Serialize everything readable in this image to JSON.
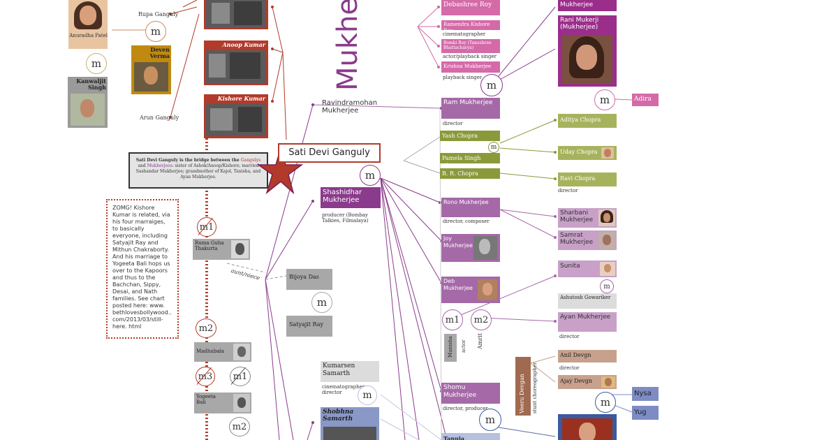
{
  "title_fragment": "Mukher",
  "ganguly": {
    "rupa": "Rupa Ganguly",
    "arun": "Arun Ganguly",
    "anoop": "Anoop Kumar",
    "kishore": "Kishore Kumar",
    "anuradha": "Anuradha Patel",
    "deven": "Deven Verma",
    "kanwaljit": "Kanwaljit Singh"
  },
  "sati": {
    "name": "Sati Devi Ganguly",
    "note_start": "Sati Devi Ganguly is the bridge between the ",
    "gangulys": "Gangulys",
    "and": " and ",
    "mukherjees": "Mukherjees",
    "note_end": ": sister of Ashok/Anoop/Kishore; married Sashandar Mukherjee; grandmother of Kajol, Tanisha, and Ayan Mukherjee."
  },
  "zomg_note": "ZOMG! Kishore Kumar is related, via his four marraiges, to basically everyone, including Satyajit Ray and Mithun Chakraborty. And his marriage to Yogeeta Bali hops us over to the Kapoors and thus to the Bachchan, Sippy, Desai, and Nath families. See chart posted here: www. bethlovesbollywood.. com/2013/03/still-here. html",
  "kishore_wives": {
    "m1": "m1",
    "ruma": "Ruma Guha Thakurta",
    "aunt_niece": "aunt/niece",
    "bijoya": "Bijoya Das",
    "satyajit": "Satyajit Ray",
    "m2": "m2",
    "madhubala": "Madhubala",
    "m3": "m3",
    "m1b": "m1",
    "yogeeta": "Yogeeta Bali",
    "m2b": "m2"
  },
  "mukherjee": {
    "debashree": "Debashree Roy",
    "ramendra": "Ramendra Kishore Roy",
    "ramendra_role": "cinematographer",
    "bomki": "Bomki Roy (Tanushree Bhattacharya)",
    "bomki_role": "actor/playback singer",
    "krishna": "Krishna Mukherjee",
    "krishna_role": "playback singer",
    "ravindramohan": "Ravindramohan Mukherjee",
    "ram": "Ram Mukherjee",
    "ram_role": "director",
    "shashidhar": "Shashidhar Mukherjee",
    "shashidhar_role": "producer (Bombay Talkies, Filmalaya)",
    "rono": "Rono Mukherjee",
    "rono_role": "director, composer",
    "joy": "Joy Mukherjee",
    "deb": "Deb Mukherjee",
    "shomu": "Shomu Mukherjee",
    "shomu_role": "director, producer",
    "kumarsen": "Kumarsen Samarth",
    "kumarsen_role": "cinematographer, director",
    "shobhna": "Shobhna Samarth",
    "tanuja": "Tanuja",
    "m1": "m1",
    "m2": "m2",
    "munisha": "Munisha",
    "actor": "actor",
    "amrit": "Amrit"
  },
  "chopra": {
    "yash": "Yash Chopra",
    "pamela": "Pamela Singh Chopra",
    "br": "B. R. Chopra",
    "aditya": "Aditya Chopra",
    "uday": "Uday Chopra",
    "ravi": "Ravi Chopra",
    "ravi_role": "director"
  },
  "right": {
    "rani_top": "Mukherjee",
    "rani": "Rani Mukerji (Mukherjee)",
    "adira": "Adira",
    "sharbani": "Sharbani Mukherjee",
    "samrat": "Samrat Mukherjee",
    "sunita": "Sunita",
    "ashutosh": "Ashutosh Gowariker",
    "ayan": "Ayan Mukherjee",
    "ayan_role": "director",
    "anil": "Anil Devgn",
    "anil_role": "director",
    "ajay": "Ajay Devgn",
    "veeru": "Veeru Devgan",
    "veeru_role": "stunt choreographer",
    "nysa": "Nysa",
    "yug": "Yug"
  },
  "m": "m",
  "colors": {
    "ganguly_red": "#b23a2a",
    "purple": "#8a3b8c",
    "mauve": "#a569a8",
    "pink": "#d46aa8",
    "olive": "#8a9a3a",
    "olive_light": "#a7b35c",
    "tan": "#c7a18c",
    "orange_tan": "#e0a070",
    "blue": "#7d8cc4",
    "grey": "#a8a8a8",
    "brown": "#a06a50"
  }
}
